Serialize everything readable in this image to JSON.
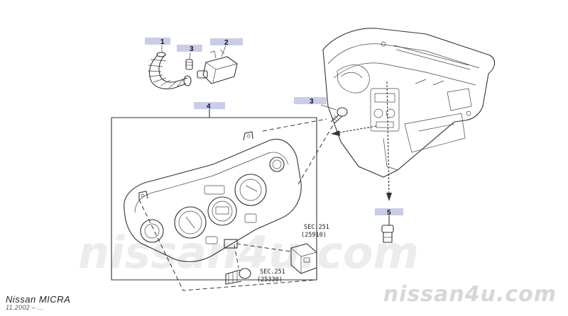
{
  "callouts": {
    "c1": "1",
    "c2": "2",
    "c3a": "3",
    "c3b": "3",
    "c4": "4",
    "c5": "5"
  },
  "section_refs": {
    "sec_a_title": "SEC.251",
    "sec_a_code": "(25910)",
    "sec_b_title": "SEC.251",
    "sec_b_code": "(25330)"
  },
  "watermark": {
    "center_text": "nissan4u.com",
    "corner_text": "nissan4u.com"
  },
  "model": {
    "name": "Nissan  MICRA",
    "date": "11.2002  –  ..."
  }
}
